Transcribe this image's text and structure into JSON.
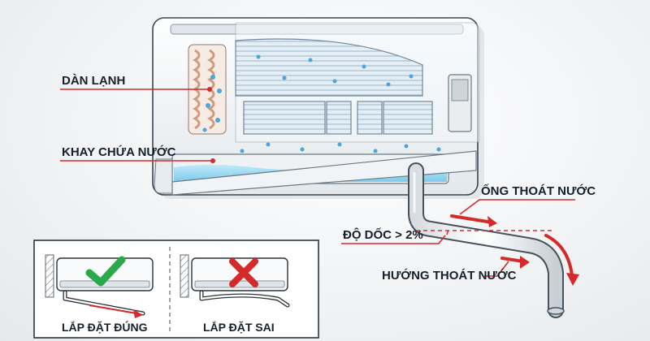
{
  "labels": {
    "evaporator": "DÀN LẠNH",
    "drain_tray": "KHAY CHỨA NƯỚC",
    "drain_pipe": "ỐNG THOÁT NƯỚC",
    "slope": "ĐỘ DỐC > 2%",
    "drain_direction": "HƯỚNG THOÁT NƯỚC"
  },
  "inset": {
    "correct": {
      "label": "LẮP ĐẶT ĐÚNG",
      "mark": "check-icon"
    },
    "wrong": {
      "label": "LẮP ĐẶT SAI",
      "mark": "cross-icon"
    }
  },
  "colors": {
    "accent_red": "#d42a2a",
    "water_blue": "#8fd3f0",
    "check_green": "#2aa84a",
    "unit_white": "#ffffff",
    "outline": "#3a4652"
  }
}
